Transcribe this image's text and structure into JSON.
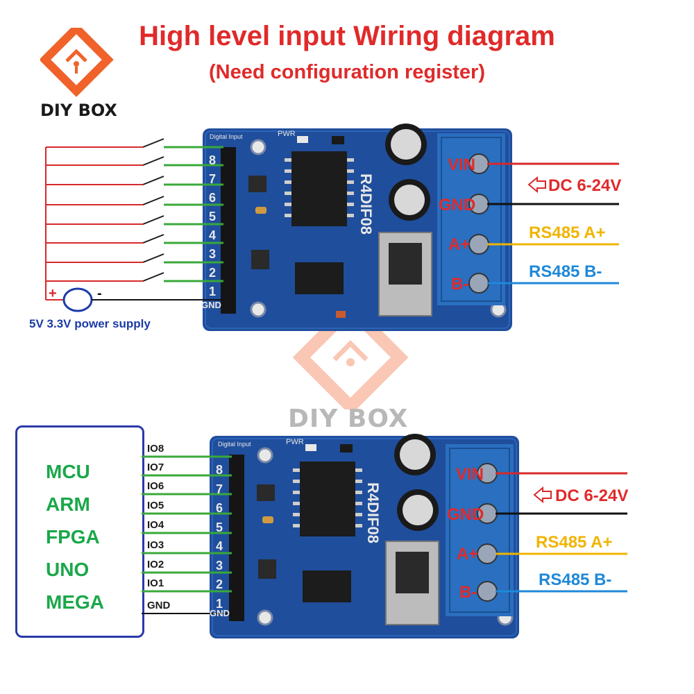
{
  "title": {
    "main": "High level input Wiring diagram",
    "sub": "(Need configuration register)"
  },
  "logo": {
    "text": "DIY BOX"
  },
  "watermark": {
    "text": "DIY BOX"
  },
  "board": {
    "model": "R4DIF08",
    "digital_input_label": "Digital Input",
    "pwr_label": "PWR",
    "pin_labels": [
      "8",
      "7",
      "6",
      "5",
      "4",
      "3",
      "2",
      "1",
      "GND"
    ]
  },
  "top_diagram": {
    "terminals": [
      "VIN",
      "GND",
      "A+",
      "B-"
    ],
    "dc_label": "DC 6-24V",
    "rs485_a": "RS485 A+",
    "rs485_b": "RS485 B-",
    "plus_sign": "+",
    "minus_sign": "-",
    "power_supply": "5V 3.3V power supply"
  },
  "bottom_diagram": {
    "terminals": [
      "VIN",
      "GND",
      "A+",
      "B-"
    ],
    "dc_label": "DC 6-24V",
    "rs485_a": "RS485 A+",
    "rs485_b": "RS485 B-",
    "io_labels": [
      "IO8",
      "IO7",
      "IO6",
      "IO5",
      "IO4",
      "IO3",
      "IO2",
      "IO1",
      "GND"
    ],
    "mcu_list": [
      "MCU",
      "ARM",
      "FPGA",
      "UNO",
      "MEGA"
    ]
  },
  "colors": {
    "title": "#e02a2a",
    "board": "#1f4e9c",
    "terminal": "#2a6fc0",
    "wire_green": "#3aa83a",
    "wire_red": "#d8282a",
    "wire_black": "#111111",
    "wire_yellow": "#f0b400",
    "wire_blue": "#1e88d8",
    "logo": "#f0622a"
  }
}
